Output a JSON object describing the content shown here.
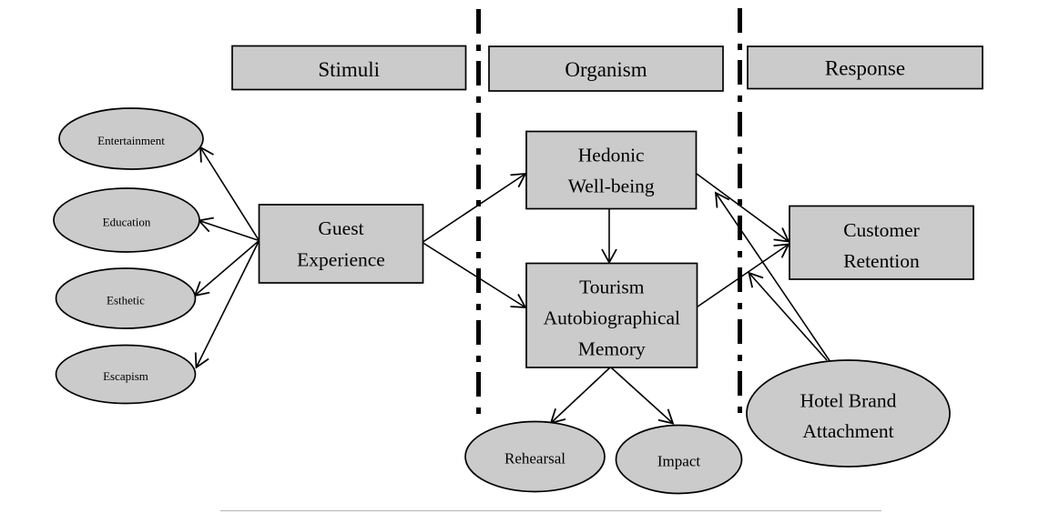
{
  "diagram_type": "conceptual-model-flowchart",
  "framework_sections": {
    "stimuli": "Stimuli",
    "organism": "Organism",
    "response": "Response"
  },
  "nodes": {
    "entertainment": {
      "label": "Entertainment",
      "shape": "ellipse"
    },
    "education": {
      "label": "Education",
      "shape": "ellipse"
    },
    "esthetic": {
      "label": "Esthetic",
      "shape": "ellipse"
    },
    "escapism": {
      "label": "Escapism",
      "shape": "ellipse"
    },
    "guest_experience": {
      "lines": [
        "Guest",
        "Experience"
      ],
      "shape": "rectangle"
    },
    "hedonic_wellbeing": {
      "lines": [
        "Hedonic",
        "Well-being"
      ],
      "shape": "rectangle"
    },
    "tourism_memory": {
      "lines": [
        "Tourism",
        "Autobiographical",
        "Memory"
      ],
      "shape": "rectangle"
    },
    "customer_retention": {
      "lines": [
        "Customer",
        "Retention"
      ],
      "shape": "rectangle"
    },
    "hotel_brand": {
      "lines": [
        "Hotel Brand",
        "Attachment"
      ],
      "shape": "ellipse"
    },
    "rehearsal": {
      "label": "Rehearsal",
      "shape": "ellipse"
    },
    "impact": {
      "label": "Impact",
      "shape": "ellipse"
    }
  },
  "edges": [
    {
      "from": "guest_experience",
      "to": "entertainment",
      "arrow": "open"
    },
    {
      "from": "guest_experience",
      "to": "education",
      "arrow": "open"
    },
    {
      "from": "guest_experience",
      "to": "esthetic",
      "arrow": "open"
    },
    {
      "from": "guest_experience",
      "to": "escapism",
      "arrow": "open"
    },
    {
      "from": "guest_experience",
      "to": "hedonic_wellbeing",
      "arrow": "open"
    },
    {
      "from": "guest_experience",
      "to": "tourism_memory",
      "arrow": "open"
    },
    {
      "from": "hedonic_wellbeing",
      "to": "tourism_memory",
      "arrow": "open"
    },
    {
      "from": "hedonic_wellbeing",
      "to": "customer_retention",
      "arrow": "open"
    },
    {
      "from": "tourism_memory",
      "to": "customer_retention",
      "arrow": "open"
    },
    {
      "from": "tourism_memory",
      "to": "rehearsal",
      "arrow": "open"
    },
    {
      "from": "tourism_memory",
      "to": "impact",
      "arrow": "open"
    },
    {
      "from": "hotel_brand",
      "to": "path:hedonic_wellbeing-customer_retention",
      "arrow": "open",
      "role": "moderator"
    },
    {
      "from": "hotel_brand",
      "to": "path:tourism_memory-customer_retention",
      "arrow": "open",
      "role": "moderator"
    }
  ],
  "colors": {
    "shape_fill": "#cbcbcb",
    "shape_stroke": "#000000",
    "text": "#000000",
    "background": "#ffffff",
    "bottom_rule": "#b4b4b4"
  }
}
